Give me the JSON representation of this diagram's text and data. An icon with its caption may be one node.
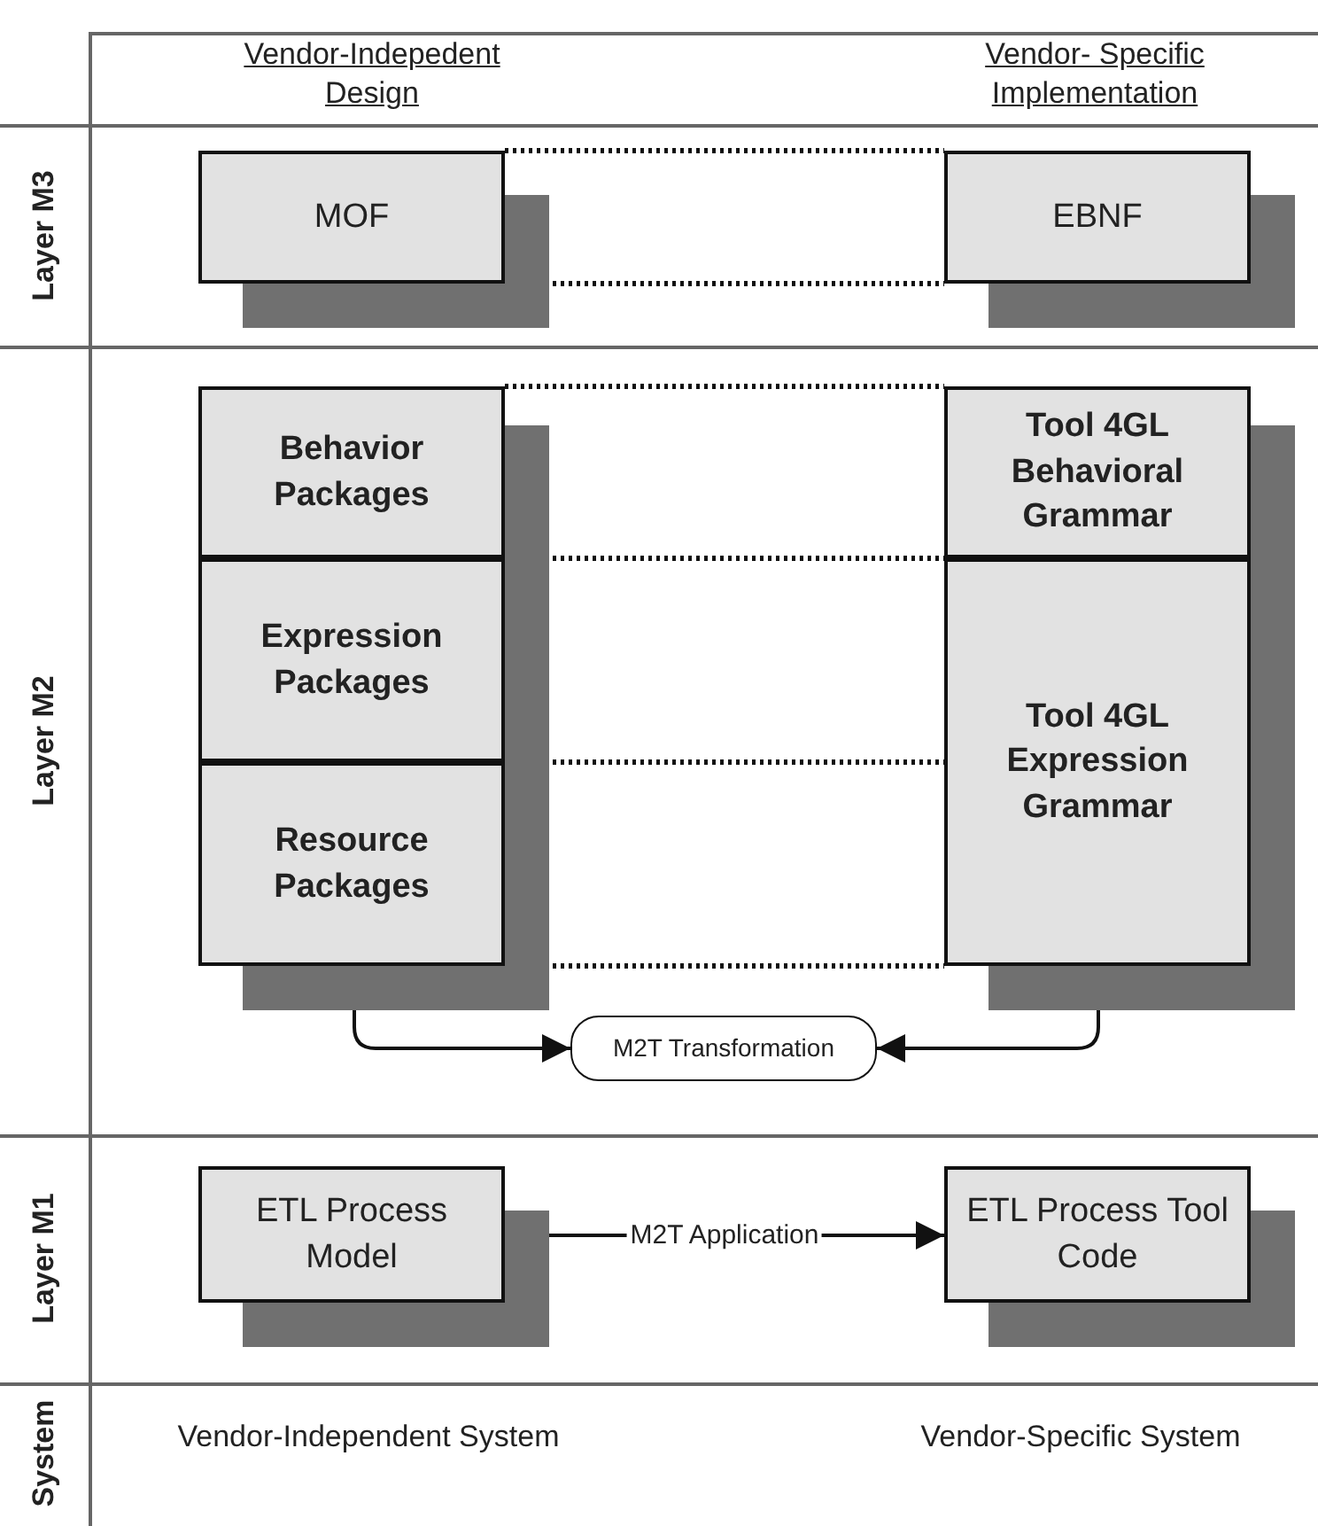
{
  "diagram": {
    "nodes": [
      {
        "text": [
          "Layer M3"
        ]
      },
      {
        "text": [
          "MOF"
        ],
        "in": 0
      },
      {
        "text": [
          "EBNF"
        ],
        "in": 0
      },
      {
        "text": [
          "Layer M2"
        ]
      },
      {
        "text": [
          "Behavior Packages"
        ],
        "in": 3
      },
      {
        "text": [
          "Expression Packages"
        ],
        "in": 3
      },
      {
        "text": [
          "Resource Packages"
        ],
        "in": 3
      },
      {
        "text": [
          "Tool 4GL Behavioral Grammar"
        ],
        "in": 3
      },
      {
        "text": [
          "Tool 4GL Expression Grammar"
        ],
        "in": 3
      },
      {
        "text": [
          "M2T Transformation"
        ],
        "in": 3
      },
      {
        "text": [
          "Layer M1"
        ]
      },
      {
        "text": [
          "ETL Process Model"
        ],
        "in": 10
      },
      {
        "text": [
          "ETL Process Tool Code"
        ],
        "in": 10
      }
    ],
    "edges": [
      {
        "from": 1,
        "to": 2,
        "arrow": "none",
        "style": "dashed"
      },
      {
        "from": 1,
        "to": 2,
        "arrow": "none",
        "style": "dashed"
      },
      {
        "from": 4,
        "to": 7,
        "arrow": "none",
        "style": "dashed"
      },
      {
        "from": 5,
        "to": 8,
        "arrow": "none",
        "style": "dashed"
      },
      {
        "from": 6,
        "to": 8,
        "arrow": "none",
        "style": "dashed"
      },
      {
        "from": 6,
        "to": 8,
        "arrow": "none",
        "style": "dashed"
      },
      {
        "from": 6,
        "to": 9,
        "arrow": "to"
      },
      {
        "from": 8,
        "to": 9,
        "arrow": "to"
      },
      {
        "from": 11,
        "to": 12,
        "arrow": "to",
        "label": "M2T Application"
      }
    ],
    "labels": [
      "Vendor-Indepedent Design",
      "Vendor- Specific Implementation",
      "System",
      "Vendor-Independent System",
      "Vendor-Specific System"
    ]
  }
}
